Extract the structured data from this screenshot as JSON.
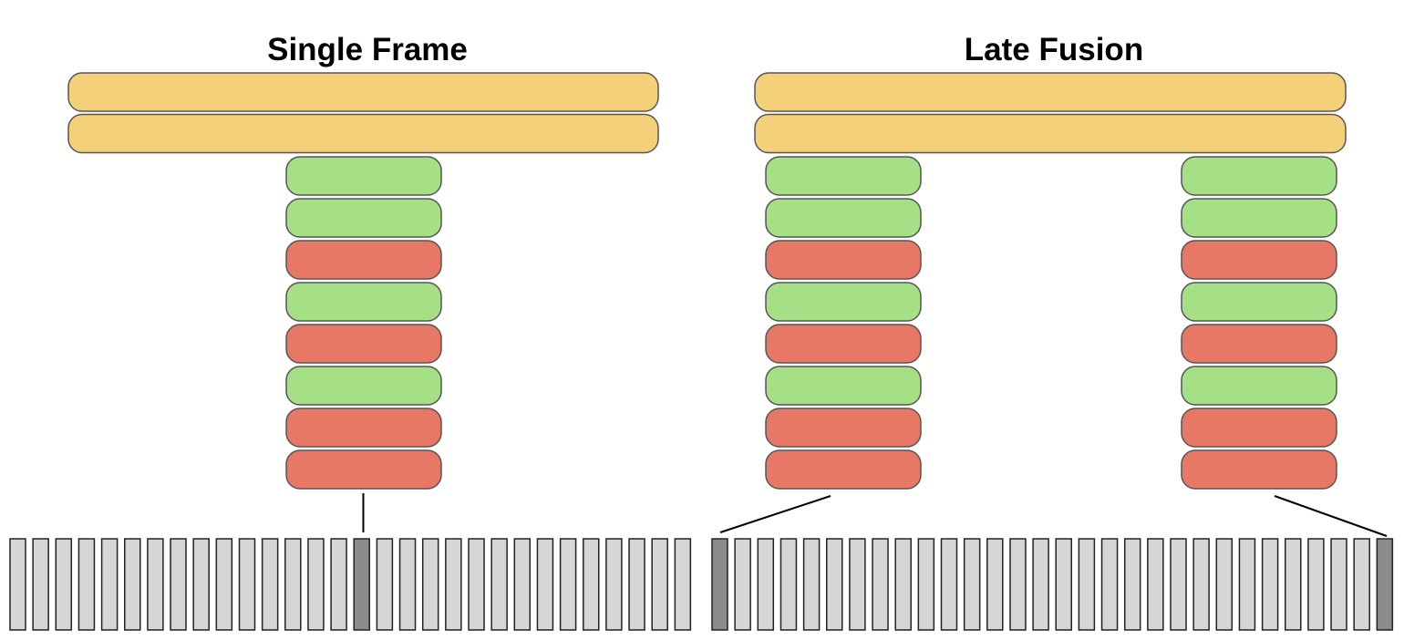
{
  "colors": {
    "fc_layer": "#f4d07a",
    "green_layer": "#a6e086",
    "red_layer": "#e87866",
    "outline": "#555555",
    "frame": "#d6d6d6",
    "frame_selected": "#8c8c8c",
    "frame_outline": "#222222",
    "connector": "#000000"
  },
  "panels": [
    {
      "id": "single-frame",
      "title": "Single Frame",
      "fc_layers": 2,
      "towers": 1,
      "tower_layers": [
        "green",
        "green",
        "red",
        "green",
        "red",
        "green",
        "red",
        "red"
      ],
      "frame_count": 30,
      "selected_frames": [
        15
      ]
    },
    {
      "id": "late-fusion",
      "title": "Late Fusion",
      "fc_layers": 2,
      "towers": 2,
      "tower_layers": [
        "green",
        "green",
        "red",
        "green",
        "red",
        "green",
        "red",
        "red"
      ],
      "frame_count": 30,
      "selected_frames": [
        0,
        29
      ]
    }
  ]
}
